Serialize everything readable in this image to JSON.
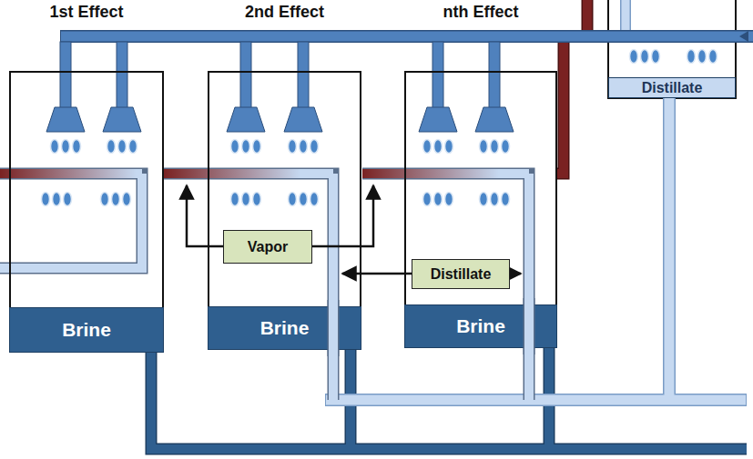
{
  "diagram": {
    "nodes": [
      {
        "text": [
          "1st Effect"
        ]
      },
      {
        "text": [
          "Brine"
        ],
        "in": 0
      },
      {
        "text": [
          "2nd Effect"
        ]
      },
      {
        "text": [
          "Brine"
        ],
        "in": 2
      },
      {
        "text": [
          "nth Effect"
        ]
      },
      {
        "text": [
          "Brine"
        ],
        "in": 4
      },
      {
        "text": [
          "Vapor"
        ]
      },
      {
        "text": [
          "Distillate"
        ]
      },
      {
        "text": [
          "Distillate"
        ]
      }
    ]
  }
}
